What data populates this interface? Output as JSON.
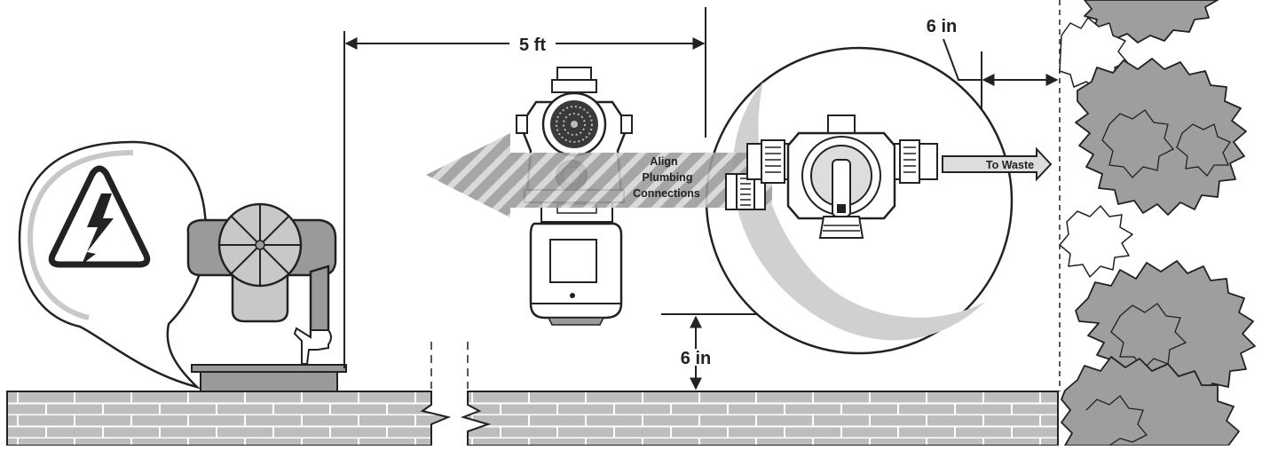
{
  "labels": {
    "horizontal_clearance": "5 ft",
    "shrub_clearance": "6 in",
    "ground_clearance": "6 in",
    "align_line1": "Align",
    "align_line2": "Plumbing",
    "align_line3": "Connections",
    "to_waste": "To Waste"
  },
  "icons": {
    "warning": "electrical-hazard-icon"
  },
  "colors": {
    "outline": "#222222",
    "wall_fill": "#bdbdbd",
    "brick_line": "#ffffff",
    "figure_fill": "#9a9a9a",
    "figure_light": "#c8c8c8",
    "shrub_fill": "#9e9e9e",
    "arrow_fill": "#8f8f8f"
  }
}
